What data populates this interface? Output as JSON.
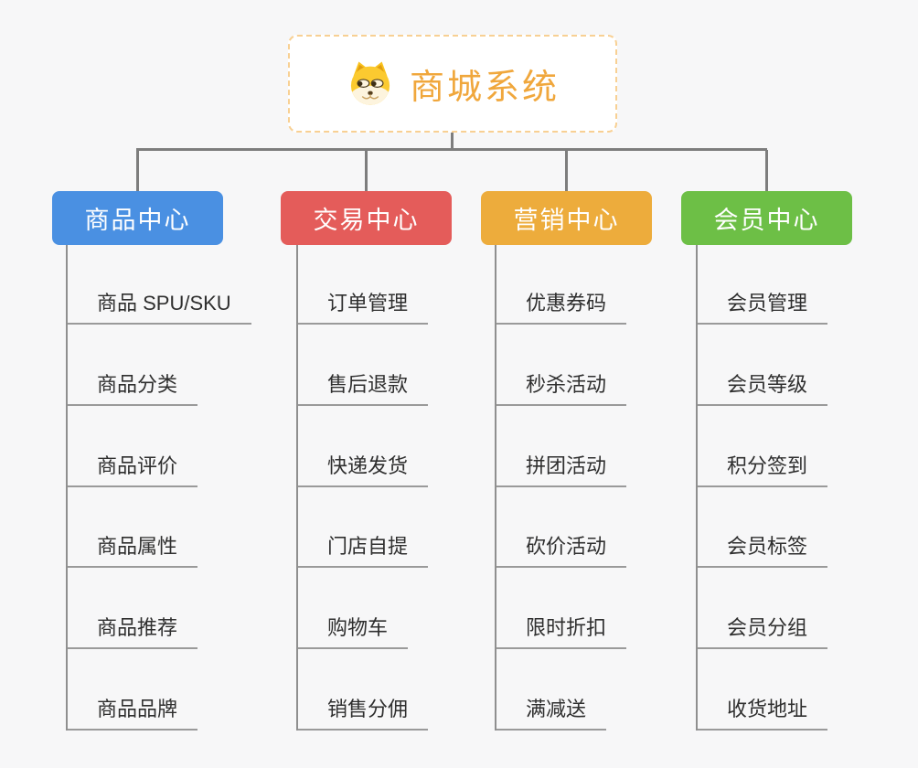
{
  "root": {
    "title": "商城系统",
    "icon": "shiba-dog-icon",
    "text_color": "#f0a73c",
    "border_color": "#f8d093"
  },
  "connector_color": "#7d7d7d",
  "background_color": "#f7f7f8",
  "branches": [
    {
      "label": "商品中心",
      "color": "#4a90e2",
      "items": [
        "商品 SPU/SKU",
        "商品分类",
        "商品评价",
        "商品属性",
        "商品推荐",
        "商品品牌"
      ]
    },
    {
      "label": "交易中心",
      "color": "#e45c5a",
      "items": [
        "订单管理",
        "售后退款",
        "快递发货",
        "门店自提",
        "购物车",
        "销售分佣"
      ]
    },
    {
      "label": "营销中心",
      "color": "#edac3c",
      "items": [
        "优惠券码",
        "秒杀活动",
        "拼团活动",
        "砍价活动",
        "限时折扣",
        "满减送"
      ]
    },
    {
      "label": "会员中心",
      "color": "#6dbf46",
      "items": [
        "会员管理",
        "会员等级",
        "积分签到",
        "会员标签",
        "会员分组",
        "收货地址"
      ]
    }
  ]
}
